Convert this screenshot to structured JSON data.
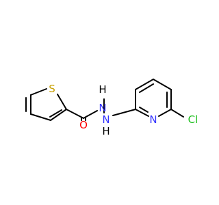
{
  "molecule": {
    "atoms": {
      "S": "S",
      "O": "O",
      "NH_amide": "H",
      "N_amide": "N",
      "N_hydrazine": "N",
      "NH_hydrazine": "H",
      "N_pyridine": "N",
      "Cl": "Cl"
    },
    "colors": {
      "bond": "#000000",
      "S": "#c8a000",
      "O": "#ff0000",
      "N": "#3333ff",
      "Cl": "#1fbf1f"
    }
  }
}
